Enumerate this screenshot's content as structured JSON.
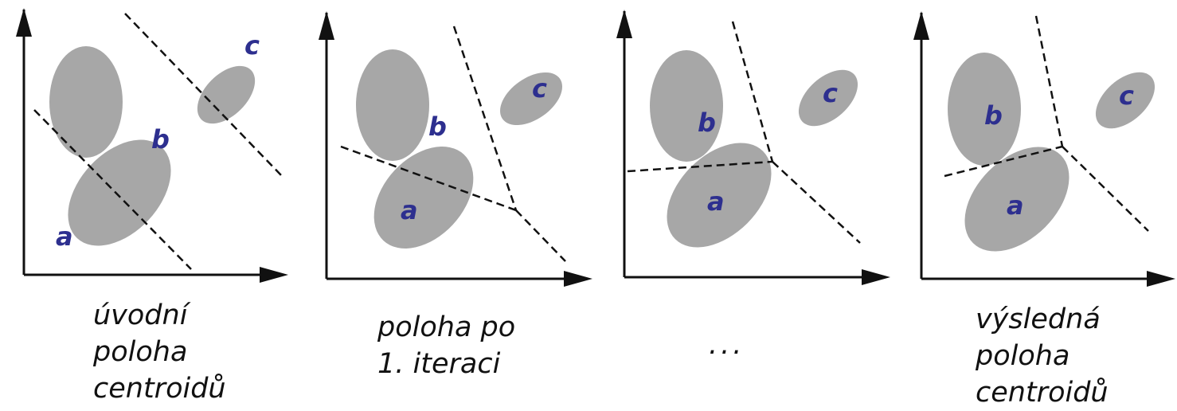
{
  "colors": {
    "cluster_fill": "#a7a7a7",
    "label_color": "#2d2f8f",
    "axis_color": "#111111",
    "boundary_color": "#111111"
  },
  "panels": [
    {
      "labels": {
        "a": "a",
        "b": "b",
        "c": "c"
      },
      "caption": [
        "úvodní",
        "poloha",
        "centroidů"
      ]
    },
    {
      "labels": {
        "a": "a",
        "b": "b",
        "c": "c"
      },
      "caption": [
        "poloha po",
        "1. iteraci"
      ]
    },
    {
      "labels": {
        "a": "a",
        "b": "b",
        "c": "c"
      },
      "caption": [
        "..."
      ]
    },
    {
      "labels": {
        "a": "a",
        "b": "b",
        "c": "c"
      },
      "caption": [
        "výsledná",
        "poloha",
        "centroidů"
      ]
    }
  ]
}
